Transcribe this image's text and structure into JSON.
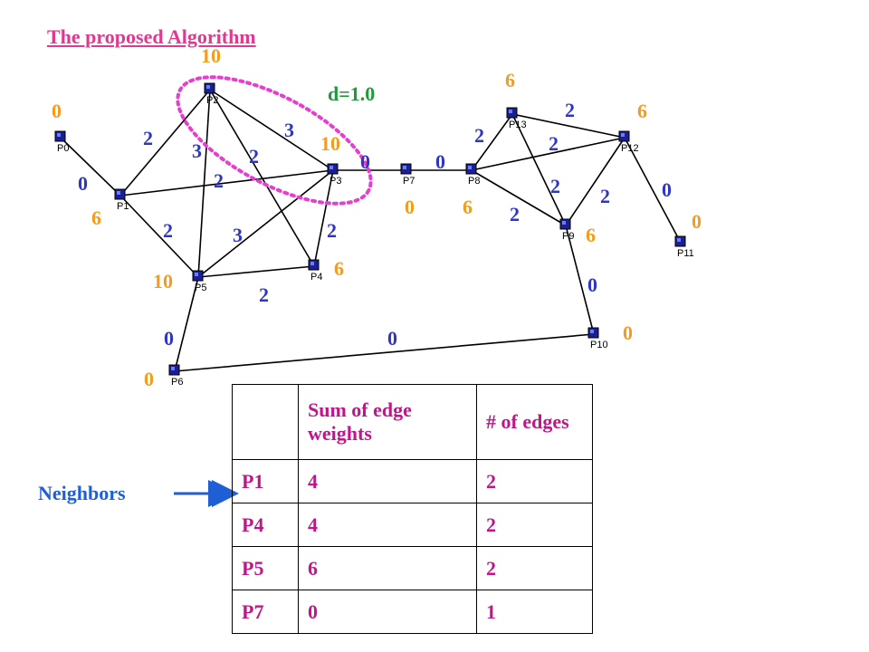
{
  "title": "The proposed Algorithm",
  "d_label": "d=1.0",
  "neighbors_label": "Neighbors",
  "colors": {
    "score": "#f39c1f",
    "weight": "#2f37c2",
    "title": "#e0398f",
    "d_label": "#1f9a3a",
    "table_text": "#c0168a",
    "arrow": "#1f5fd6",
    "highlight": "#e63fd0"
  },
  "nodes": [
    {
      "id": "P0",
      "score": "0"
    },
    {
      "id": "P1",
      "score": "6"
    },
    {
      "id": "P2",
      "score": "10"
    },
    {
      "id": "P3",
      "score": "10"
    },
    {
      "id": "P4",
      "score": "6"
    },
    {
      "id": "P5",
      "score": "10"
    },
    {
      "id": "P6",
      "score": "0"
    },
    {
      "id": "P7",
      "score": "0"
    },
    {
      "id": "P8",
      "score": "6"
    },
    {
      "id": "P9",
      "score": "6"
    },
    {
      "id": "P10",
      "score": "0"
    },
    {
      "id": "P11",
      "score": "0"
    },
    {
      "id": "P12",
      "score": "6"
    },
    {
      "id": "P13",
      "score": "6"
    }
  ],
  "edges": [
    {
      "from": "P0",
      "to": "P1",
      "weight": "0"
    },
    {
      "from": "P1",
      "to": "P2",
      "weight": "2"
    },
    {
      "from": "P1",
      "to": "P3",
      "weight": "2"
    },
    {
      "from": "P1",
      "to": "P5",
      "weight": "2"
    },
    {
      "from": "P2",
      "to": "P3",
      "weight": "3"
    },
    {
      "from": "P2",
      "to": "P4",
      "weight": "2"
    },
    {
      "from": "P2",
      "to": "P5",
      "weight": "3"
    },
    {
      "from": "P3",
      "to": "P4",
      "weight": "2"
    },
    {
      "from": "P3",
      "to": "P5",
      "weight": "3"
    },
    {
      "from": "P3",
      "to": "P7",
      "weight": "0"
    },
    {
      "from": "P4",
      "to": "P5",
      "weight": "2"
    },
    {
      "from": "P5",
      "to": "P6",
      "weight": "0"
    },
    {
      "from": "P6",
      "to": "P10",
      "weight": "0"
    },
    {
      "from": "P7",
      "to": "P8",
      "weight": "0"
    },
    {
      "from": "P8",
      "to": "P13",
      "weight": "2"
    },
    {
      "from": "P8",
      "to": "P12",
      "weight": "2"
    },
    {
      "from": "P8",
      "to": "P9",
      "weight": "2"
    },
    {
      "from": "P13",
      "to": "P12",
      "weight": "2"
    },
    {
      "from": "P13",
      "to": "P9",
      "weight": "2"
    },
    {
      "from": "P9",
      "to": "P12",
      "weight": "2"
    },
    {
      "from": "P12",
      "to": "P11",
      "weight": "0"
    },
    {
      "from": "P9",
      "to": "P10",
      "weight": "0"
    }
  ],
  "table": {
    "headers": [
      "",
      "Sum of edge weights",
      "# of edges"
    ],
    "rows": [
      [
        "P1",
        "4",
        "2"
      ],
      [
        "P4",
        "4",
        "2"
      ],
      [
        "P5",
        "6",
        "2"
      ],
      [
        "P7",
        "0",
        "1"
      ]
    ]
  }
}
